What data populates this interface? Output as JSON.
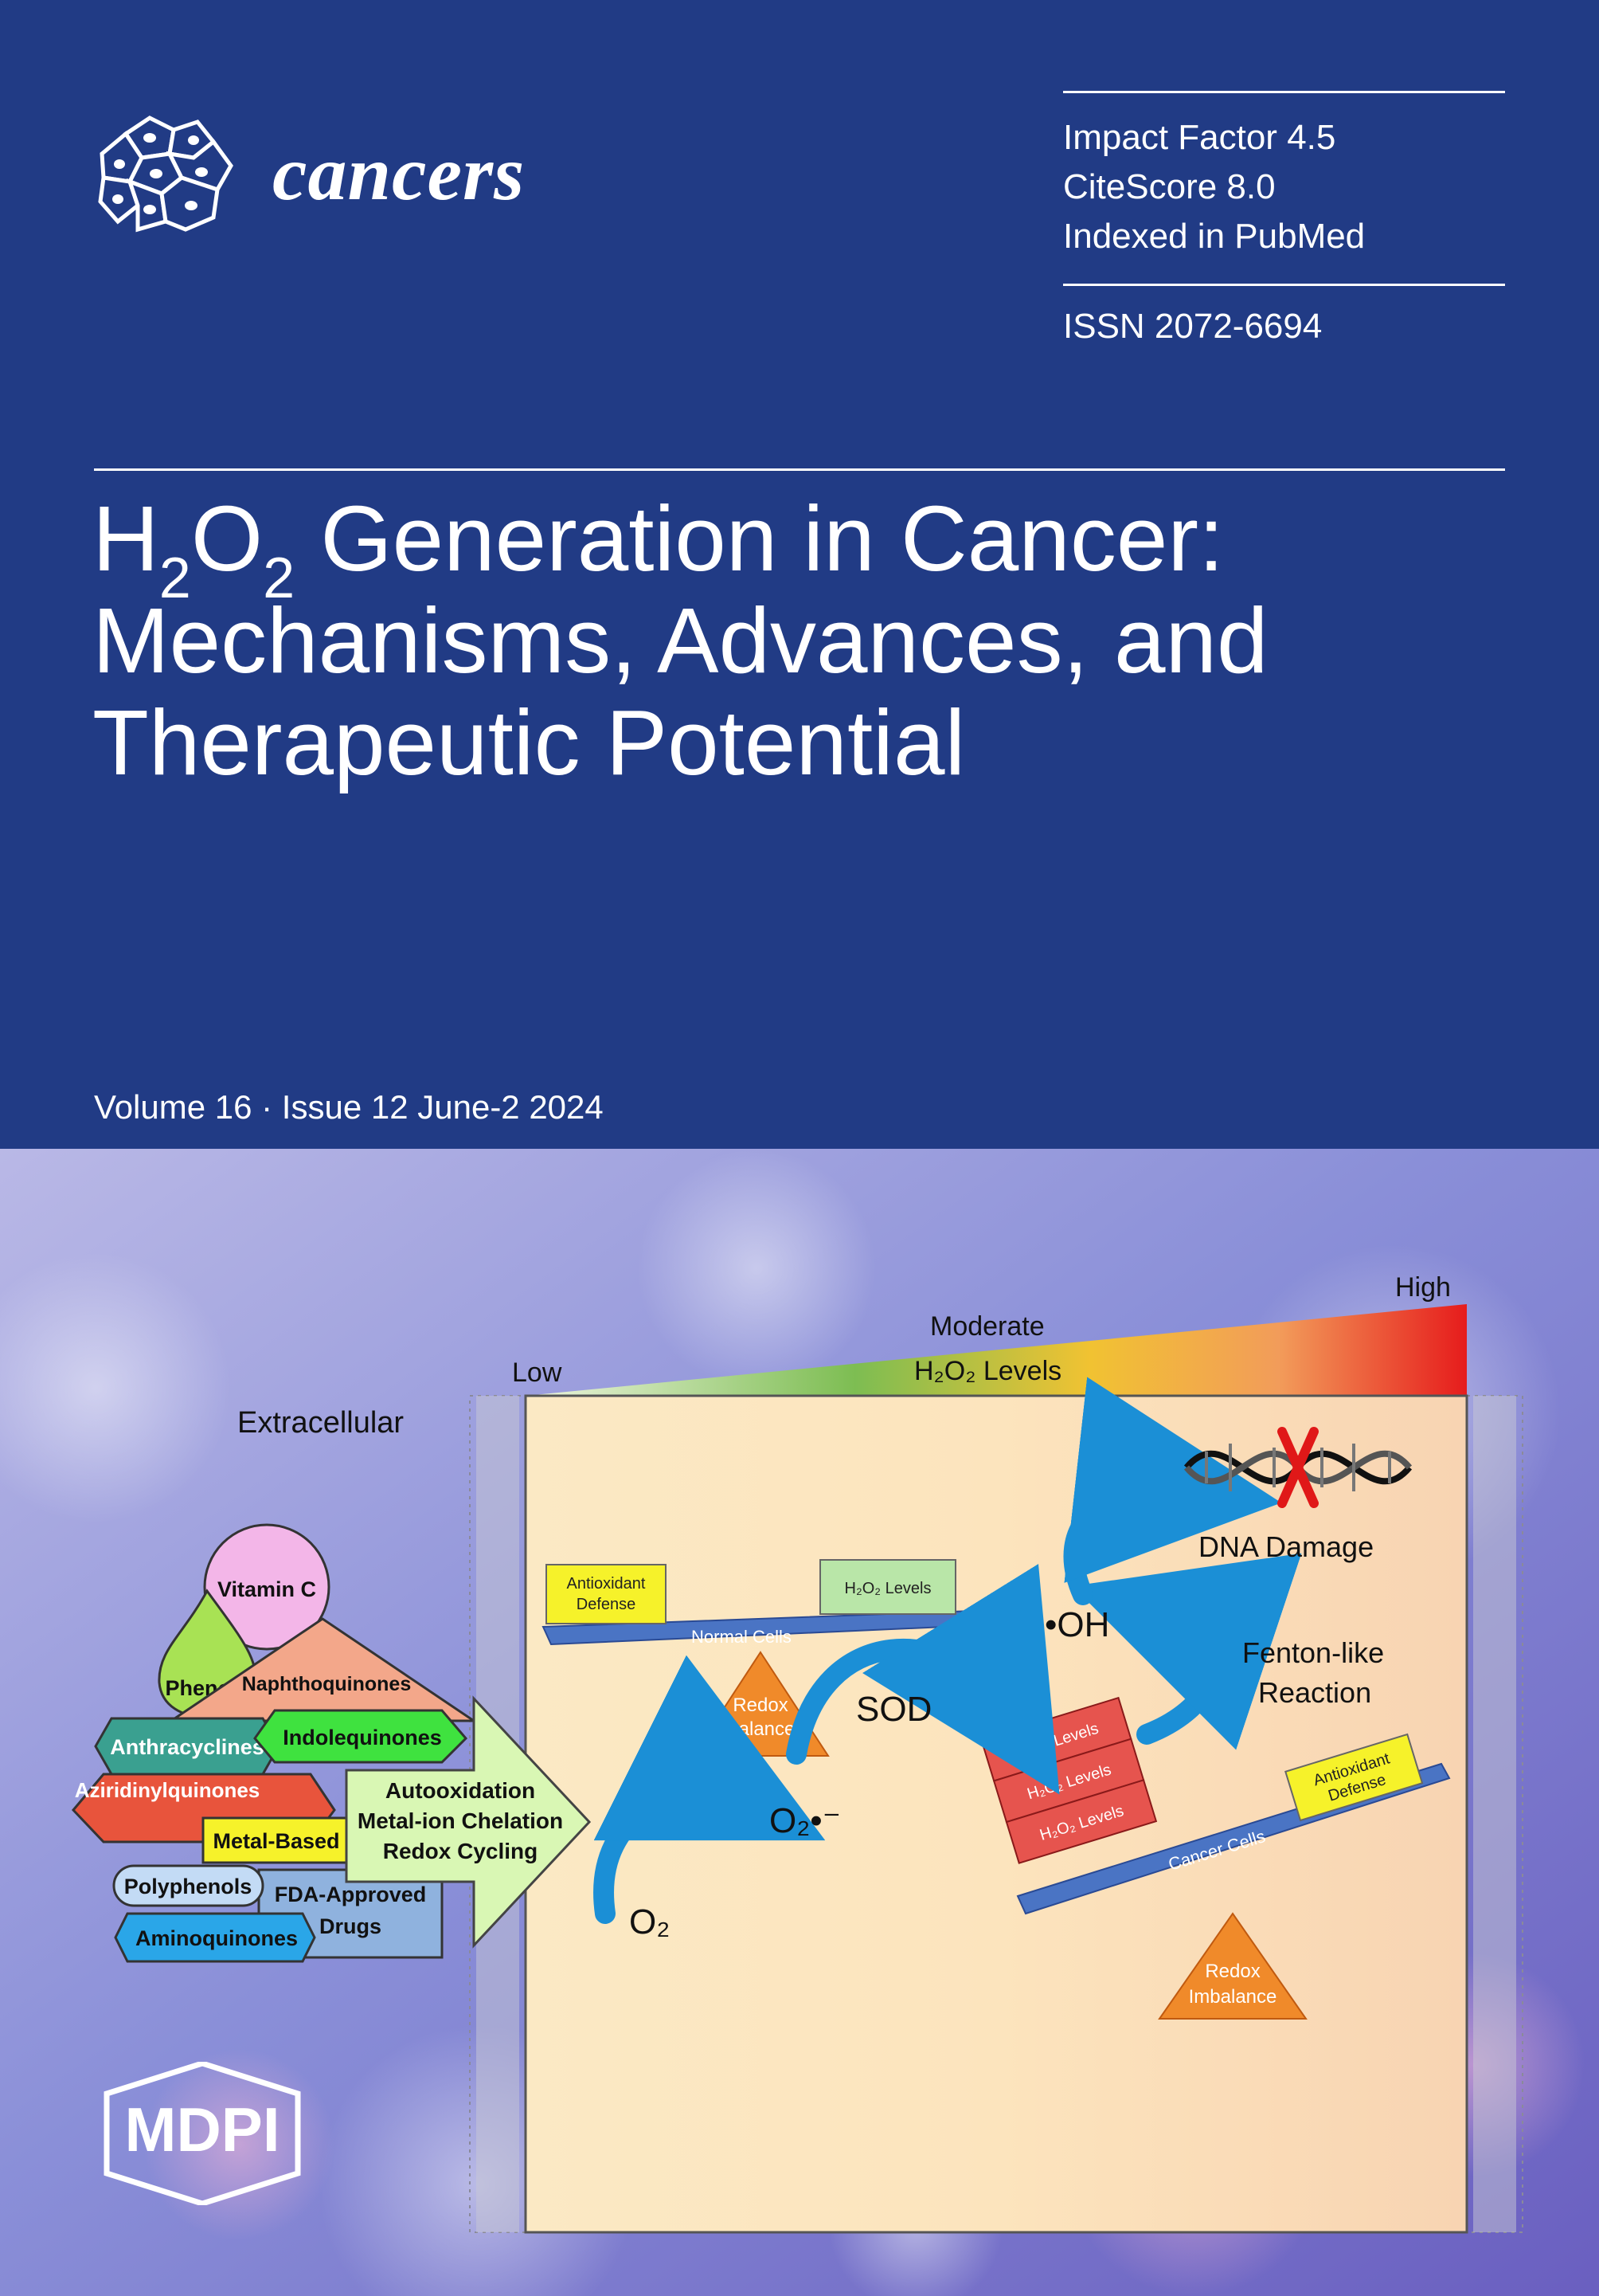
{
  "journal": {
    "name": "cancers"
  },
  "metrics": {
    "impact_factor": "Impact Factor 4.5",
    "citescore": "CiteScore 8.0",
    "indexed": "Indexed in PubMed",
    "issn": "ISSN 2072-6694"
  },
  "title": {
    "h2o2_h": "H",
    "h2o2_sub1": "2",
    "h2o2_o": "O",
    "h2o2_sub2": "2",
    "line1_rest": " Generation in Cancer:",
    "line2": "Mechanisms, Advances, and",
    "line3": "Therapeutic Potential"
  },
  "volume": "Volume 16 · Issue 12 June-2 2024",
  "figure": {
    "levels": {
      "low": "Low",
      "moderate": "Moderate",
      "high": "High",
      "h2o2_levels": "H₂O₂ Levels"
    },
    "extracellular": "Extracellular",
    "normal_balance": {
      "antioxidant": "Antioxidant Defense",
      "h2o2": "H₂O₂ Levels",
      "beam": "Normal Cells",
      "fulcrum": "Redox Balance"
    },
    "cancer_balance": {
      "antioxidant": "Antioxidant Defense",
      "h2o2": "H₂O₂ Levels",
      "beam": "Cancer Cells",
      "fulcrum": "Redox Imbalance"
    },
    "sod": "SOD",
    "o2": "O₂",
    "superoxide": "O₂•⁻",
    "hydroxyl": "•OH",
    "fenton": [
      "Fenton-like",
      "Reaction"
    ],
    "dna_damage": "DNA Damage",
    "mechanisms": [
      "Autooxidation",
      "Metal-ion Chelation",
      "Redox Cycling"
    ],
    "compounds": {
      "vitamin_c": "Vitamin C",
      "phenols": "Phenols",
      "naphthoquinones": "Naphthoquinones",
      "anthracyclines": "Anthracyclines",
      "indolequinones": "Indolequinones",
      "aziridinylquinones": "Aziridinylquinones",
      "metal_based": "Metal-Based",
      "polyphenols": "Polyphenols",
      "fda_approved": "FDA-Approved",
      "drugs": "Drugs",
      "aminoquinones": "Aminoquinones"
    }
  },
  "publisher": "MDPI",
  "colors": {
    "header_bg": "#213b85",
    "text": "#ffffff"
  }
}
